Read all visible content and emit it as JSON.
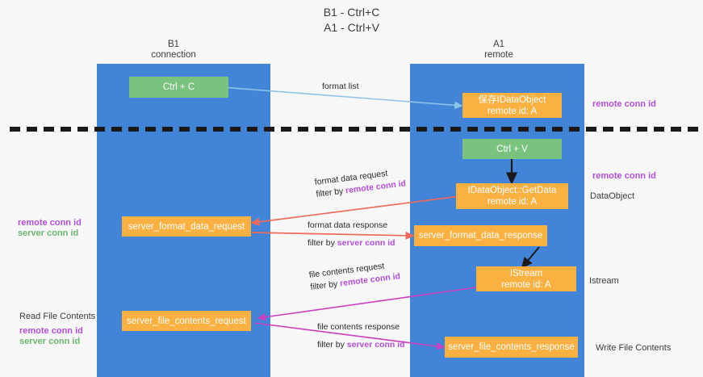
{
  "title": {
    "line1": "B1 - Ctrl+C",
    "line2": "A1 - Ctrl+V"
  },
  "lanes": [
    {
      "id": "b1",
      "name": "B1",
      "role": "connection"
    },
    {
      "id": "a1",
      "name": "A1",
      "role": "remote"
    }
  ],
  "nodes": {
    "ctrl_c": {
      "line1": "Ctrl + C",
      "line2": ""
    },
    "save_idataobject": {
      "line1": "保存IDataObject",
      "line2": "remote id: A"
    },
    "ctrl_v": {
      "line1": "Ctrl + V",
      "line2": ""
    },
    "getdata": {
      "line1": "IDataObject::GetData",
      "line2": "remote id: A"
    },
    "server_format_data_request": {
      "line1": "server_format_data_request",
      "line2": ""
    },
    "server_format_data_response": {
      "line1": "server_format_data_response",
      "line2": ""
    },
    "istream": {
      "line1": "IStream",
      "line2": "remote id: A"
    },
    "server_file_contents_request": {
      "line1": "server_file_contents_request",
      "line2": ""
    },
    "server_file_contents_response": {
      "line1": "server_file_contents_response",
      "line2": ""
    }
  },
  "edges": {
    "format_list": {
      "line1": "format list",
      "line2": "",
      "line2_hl": ""
    },
    "format_data_request": {
      "line1": "format data request",
      "line2": "filter by ",
      "line2_hl": "remote conn id"
    },
    "format_data_response": {
      "line1": "format data response",
      "line2": "filter by ",
      "line2_hl": "server conn id"
    },
    "file_contents_request": {
      "line1": "file contents request",
      "line2": "filter by ",
      "line2_hl": "remote conn id"
    },
    "file_contents_response": {
      "line1": "file contents response",
      "line2": "filter by ",
      "line2_hl": "server conn id"
    }
  },
  "annotations": {
    "right_remote_conn_id_top": "remote conn id",
    "right_remote_conn_id_mid": "remote conn id",
    "right_dataobject": "DataObject",
    "right_istream": "Istream",
    "right_write_file_contents": "Write File Contents",
    "left_remote_conn_id_mid": "remote conn id",
    "left_server_conn_id_mid": "server conn id",
    "left_read_file_contents": "Read File Contents",
    "left_remote_conn_id_bottom": "remote conn id",
    "left_server_conn_id_bottom": "server conn id"
  },
  "colors": {
    "lane": "#4285d8",
    "node_orange": "#fbb042",
    "node_green": "#79c37f",
    "remote_conn_id": "#b14fd8",
    "server_conn_id": "#6cb86f",
    "arrow_blue": "#8ec4e8",
    "arrow_red": "#ef6a5a",
    "arrow_magenta": "#cc3fbf",
    "arrow_black": "#1a1a1a",
    "background": "#f7f7f7"
  }
}
